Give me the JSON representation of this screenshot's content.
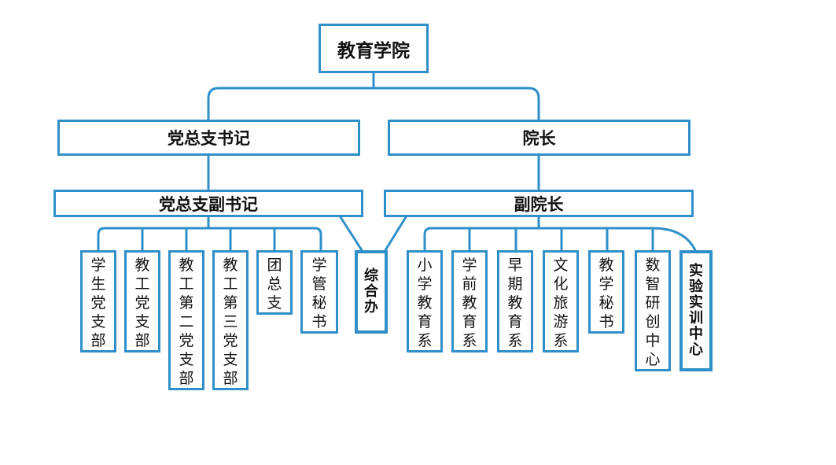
{
  "top": {
    "label": "教育学院"
  },
  "level1": {
    "left": "党总支书记",
    "right": "院长"
  },
  "level2": {
    "left": "党总支副书记",
    "right": "副院长"
  },
  "left_units": [
    "学生党支部",
    "教工党支部",
    "教工第二党支部",
    "教工第三党支部",
    "团总支",
    "学管秘书"
  ],
  "center_unit": "综合办",
  "right_units": [
    "小学教育系",
    "学前教育系",
    "早期教育系",
    "文化旅游系",
    "教学秘书",
    "数智研创中心",
    "实验实训中心"
  ],
  "colors": {
    "line": "#2f8fc8",
    "text": "#111111"
  }
}
